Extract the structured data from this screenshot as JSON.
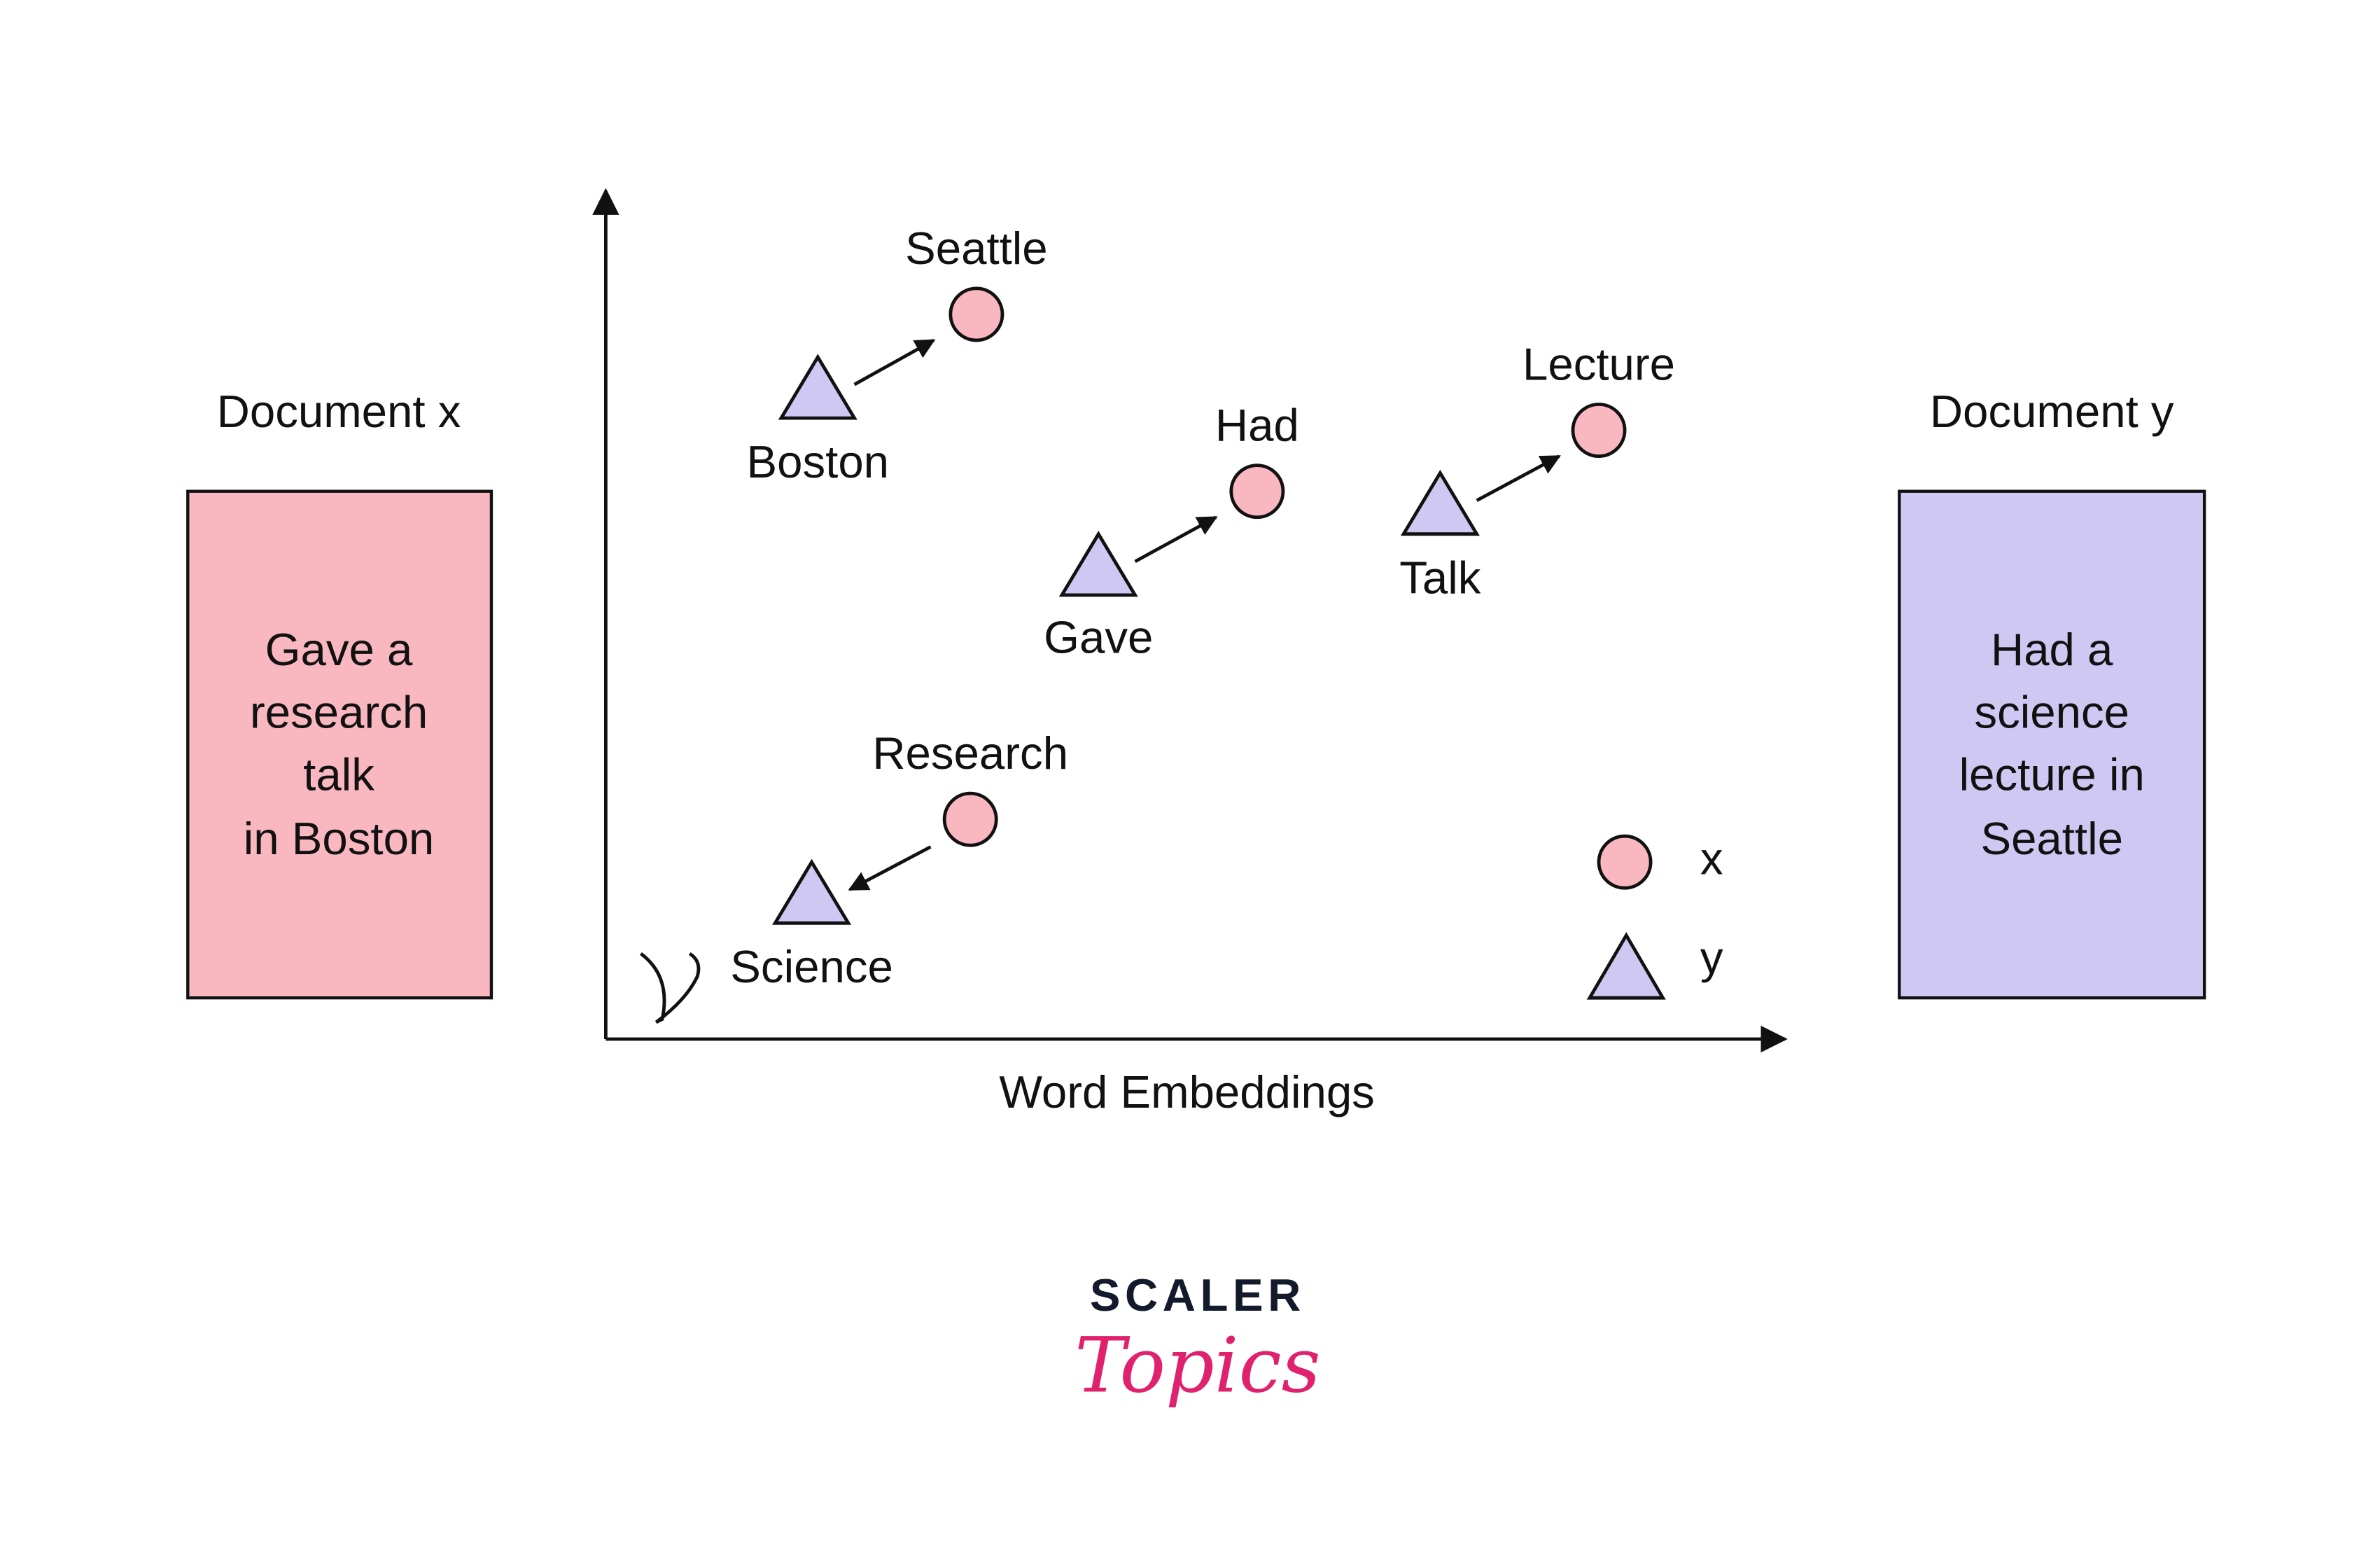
{
  "documents": {
    "x": {
      "title": "Document x",
      "lines": [
        "Gave a",
        "research",
        "talk",
        "in Boston"
      ],
      "color": "#f9b7c0"
    },
    "y": {
      "title": "Document y",
      "lines": [
        "Had a",
        "science",
        "lecture in",
        "Seattle"
      ],
      "color": "#cfc8f2"
    }
  },
  "axis": {
    "xlabel": "Word Embeddings"
  },
  "pairs": [
    {
      "from": "Boston",
      "to": "Seattle"
    },
    {
      "from": "Gave",
      "to": "Had"
    },
    {
      "from": "Talk",
      "to": "Lecture"
    },
    {
      "from": "Research",
      "to": "Science"
    }
  ],
  "legend": {
    "circle": "x",
    "triangle": "y"
  },
  "logo": {
    "top": "SCALER",
    "bottom": "Topics"
  }
}
